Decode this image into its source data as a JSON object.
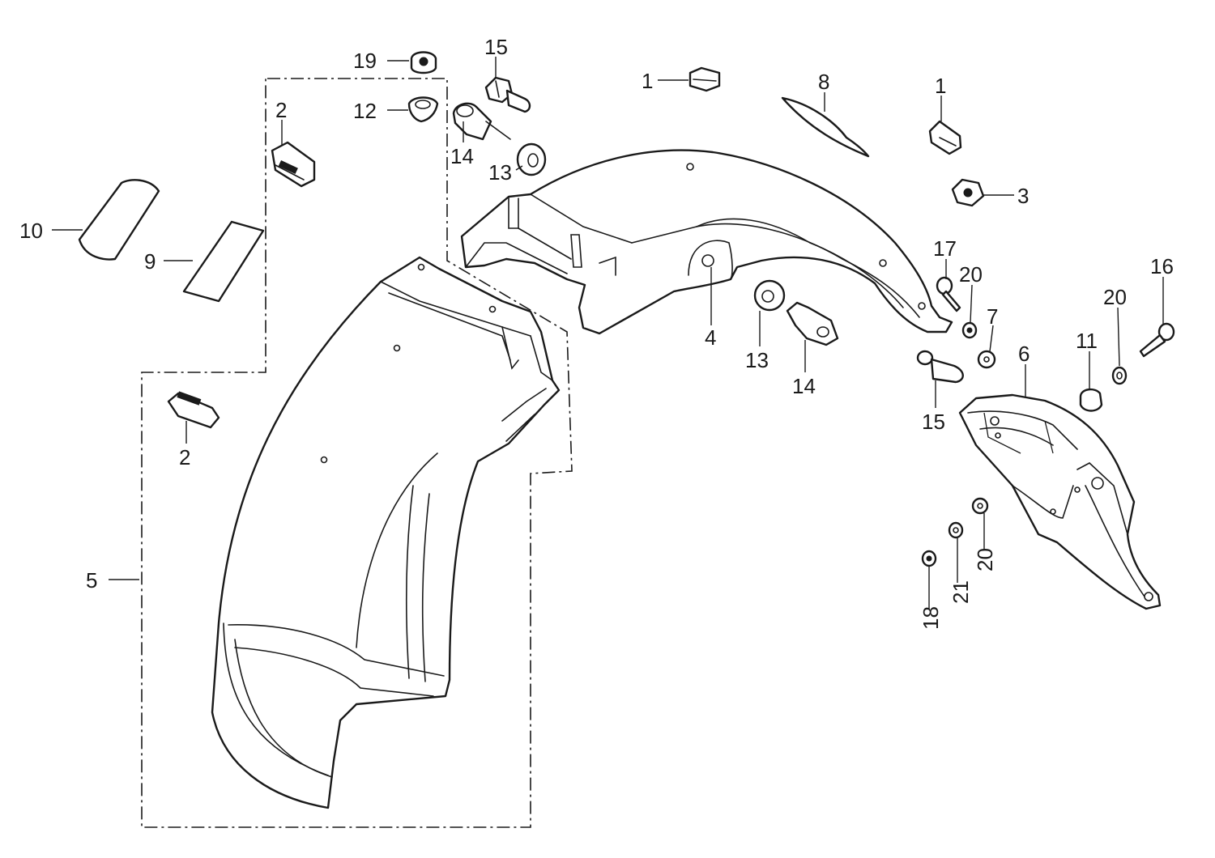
{
  "diagram": {
    "callouts": [
      {
        "id": "c19",
        "text": "19"
      },
      {
        "id": "c15a",
        "text": "15"
      },
      {
        "id": "c1a",
        "text": "1"
      },
      {
        "id": "c8",
        "text": "8"
      },
      {
        "id": "c1b",
        "text": "1"
      },
      {
        "id": "c2a",
        "text": "2"
      },
      {
        "id": "c12",
        "text": "12"
      },
      {
        "id": "c14a",
        "text": "14"
      },
      {
        "id": "c13a",
        "text": "13"
      },
      {
        "id": "c3",
        "text": "3"
      },
      {
        "id": "c10",
        "text": "10"
      },
      {
        "id": "c9",
        "text": "9"
      },
      {
        "id": "c17",
        "text": "17"
      },
      {
        "id": "c20a",
        "text": "20"
      },
      {
        "id": "c16",
        "text": "16"
      },
      {
        "id": "c20b",
        "text": "20"
      },
      {
        "id": "c4",
        "text": "4"
      },
      {
        "id": "c13b",
        "text": "13"
      },
      {
        "id": "c14b",
        "text": "14"
      },
      {
        "id": "c7",
        "text": "7"
      },
      {
        "id": "c6",
        "text": "6"
      },
      {
        "id": "c11",
        "text": "11"
      },
      {
        "id": "c15b",
        "text": "15"
      },
      {
        "id": "c2b",
        "text": "2"
      },
      {
        "id": "c5",
        "text": "5"
      },
      {
        "id": "c20c",
        "text": "20"
      },
      {
        "id": "c21",
        "text": "21"
      },
      {
        "id": "c18",
        "text": "18"
      }
    ]
  }
}
